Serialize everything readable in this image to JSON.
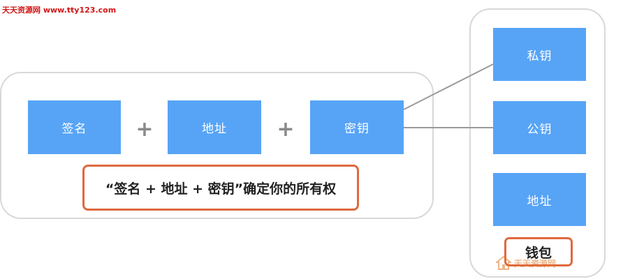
{
  "watermark": {
    "text": "天天资源网 www.tty123.com"
  },
  "signature_group": {
    "blocks": [
      {
        "label": "签名"
      },
      {
        "label": "地址"
      },
      {
        "label": "密钥"
      }
    ],
    "plus_symbol": "+",
    "caption": "“签名 + 地址 + 密钥”确定你的所有权"
  },
  "wallet_group": {
    "blocks": [
      {
        "label": "私钥"
      },
      {
        "label": "公钥"
      },
      {
        "label": "地址"
      }
    ],
    "label": "钱包"
  },
  "logo": {
    "text": "天天资源网",
    "icon": "house-logo-icon",
    "color": "#e07a2a"
  },
  "colors": {
    "block_fill": "#57a4f7",
    "highlight_border": "#e0683e",
    "group_border": "#d8d8d8",
    "watermark": "#d01414"
  }
}
